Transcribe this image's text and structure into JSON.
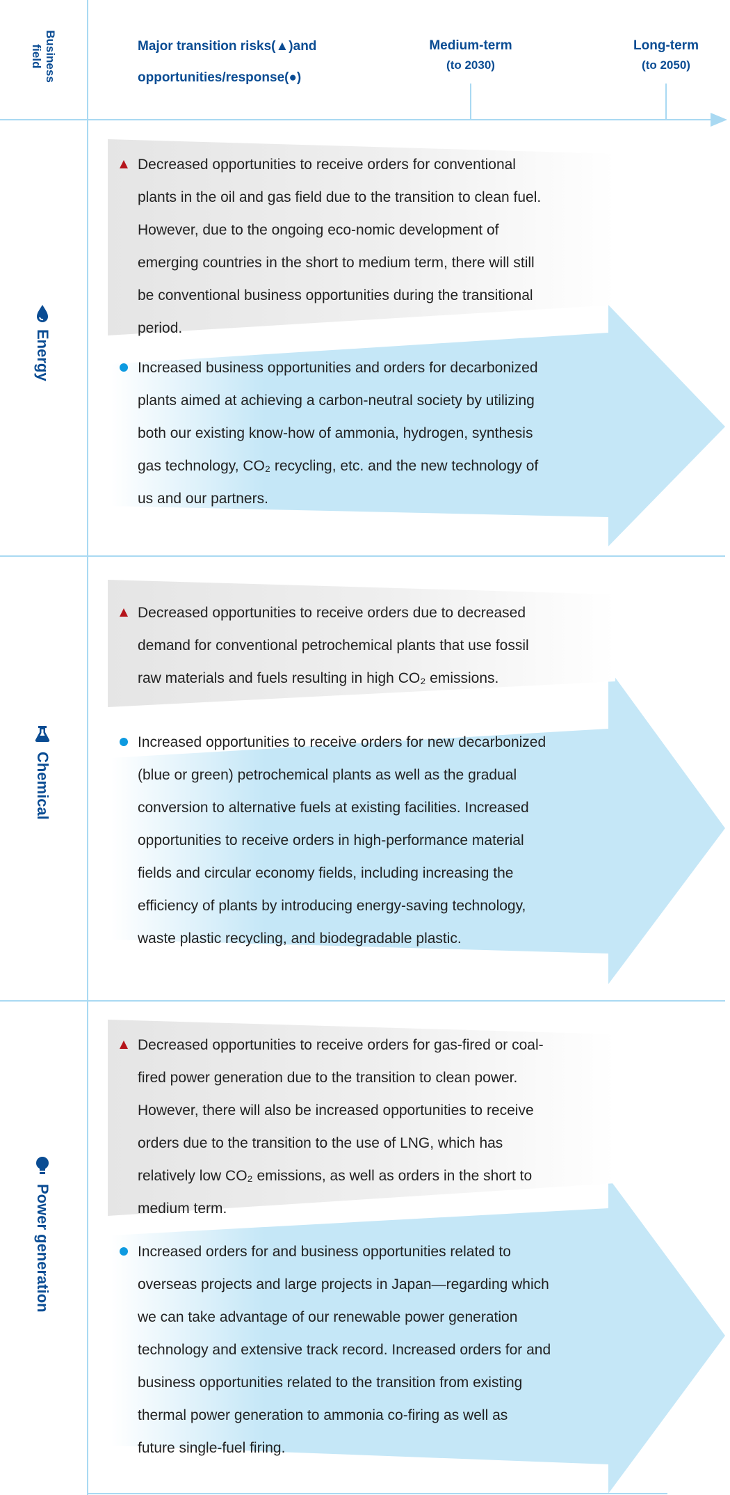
{
  "header": {
    "business_field": "Business field",
    "legend_line1": "Major transition risks(▲)and",
    "legend_line2": "opportunities/response(●)",
    "medium_term": "Medium-term",
    "medium_term_sub": "(to 2030)",
    "long_term": "Long-term",
    "long_term_sub": "(to 2050)"
  },
  "colors": {
    "brand": "#0a4c93",
    "risk": "#b5141b",
    "opportunity": "#0d9ae0",
    "arrow": "#c5e7f7",
    "line": "#a9d9f2"
  },
  "sections": [
    {
      "field": "Energy",
      "icon": "droplet-icon",
      "risk": [
        "Decreased opportunities to receive orders for conventional",
        "plants in the oil and gas field due to the transition to clean fuel.",
        "However, due to the ongoing eco-nomic development of",
        "emerging countries in the short to medium term, there will still",
        "be conventional business opportunities during the transitional",
        "period."
      ],
      "opportunity": [
        "Increased business opportunities and orders for decarbonized",
        "plants aimed at achieving a carbon-neutral society by utilizing",
        "both our existing know-how of ammonia, hydrogen, synthesis",
        "gas technology, CO₂ recycling, etc. and the new technology of",
        "us and our partners."
      ]
    },
    {
      "field": "Chemical",
      "icon": "flask-icon",
      "risk": [
        "Decreased opportunities to receive orders due to decreased",
        "demand for conventional petrochemical plants that use fossil",
        "raw materials and fuels resulting in high CO₂ emissions."
      ],
      "opportunity": [
        "Increased opportunities to receive orders for new decarbonized",
        "(blue or green) petrochemical plants as well as the gradual",
        "conversion to alternative fuels at existing facilities. Increased",
        "opportunities to receive orders in high-performance material",
        "fields and circular economy fields, including increasing the",
        "efficiency of plants by introducing energy-saving technology,",
        "waste plastic recycling, and biodegradable plastic."
      ]
    },
    {
      "field": "Power generation",
      "icon": "lightbulb-icon",
      "risk": [
        "Decreased opportunities to receive orders for gas-fired or coal-",
        "fired power generation due to the transition to clean power.",
        "However, there will also be increased opportunities to receive",
        "orders due to the transition to the use of LNG, which has",
        "relatively low CO₂ emissions, as well as orders in the short to",
        "medium term."
      ],
      "opportunity": [
        "Increased orders for and business opportunities related to",
        "overseas projects and large projects in Japan—regarding which",
        "we can take advantage of our renewable power generation",
        "technology and extensive track record. Increased orders for and",
        "business opportunities related to the transition from existing",
        "thermal power generation to ammonia co-firing as well as",
        "future single-fuel firing."
      ]
    }
  ]
}
